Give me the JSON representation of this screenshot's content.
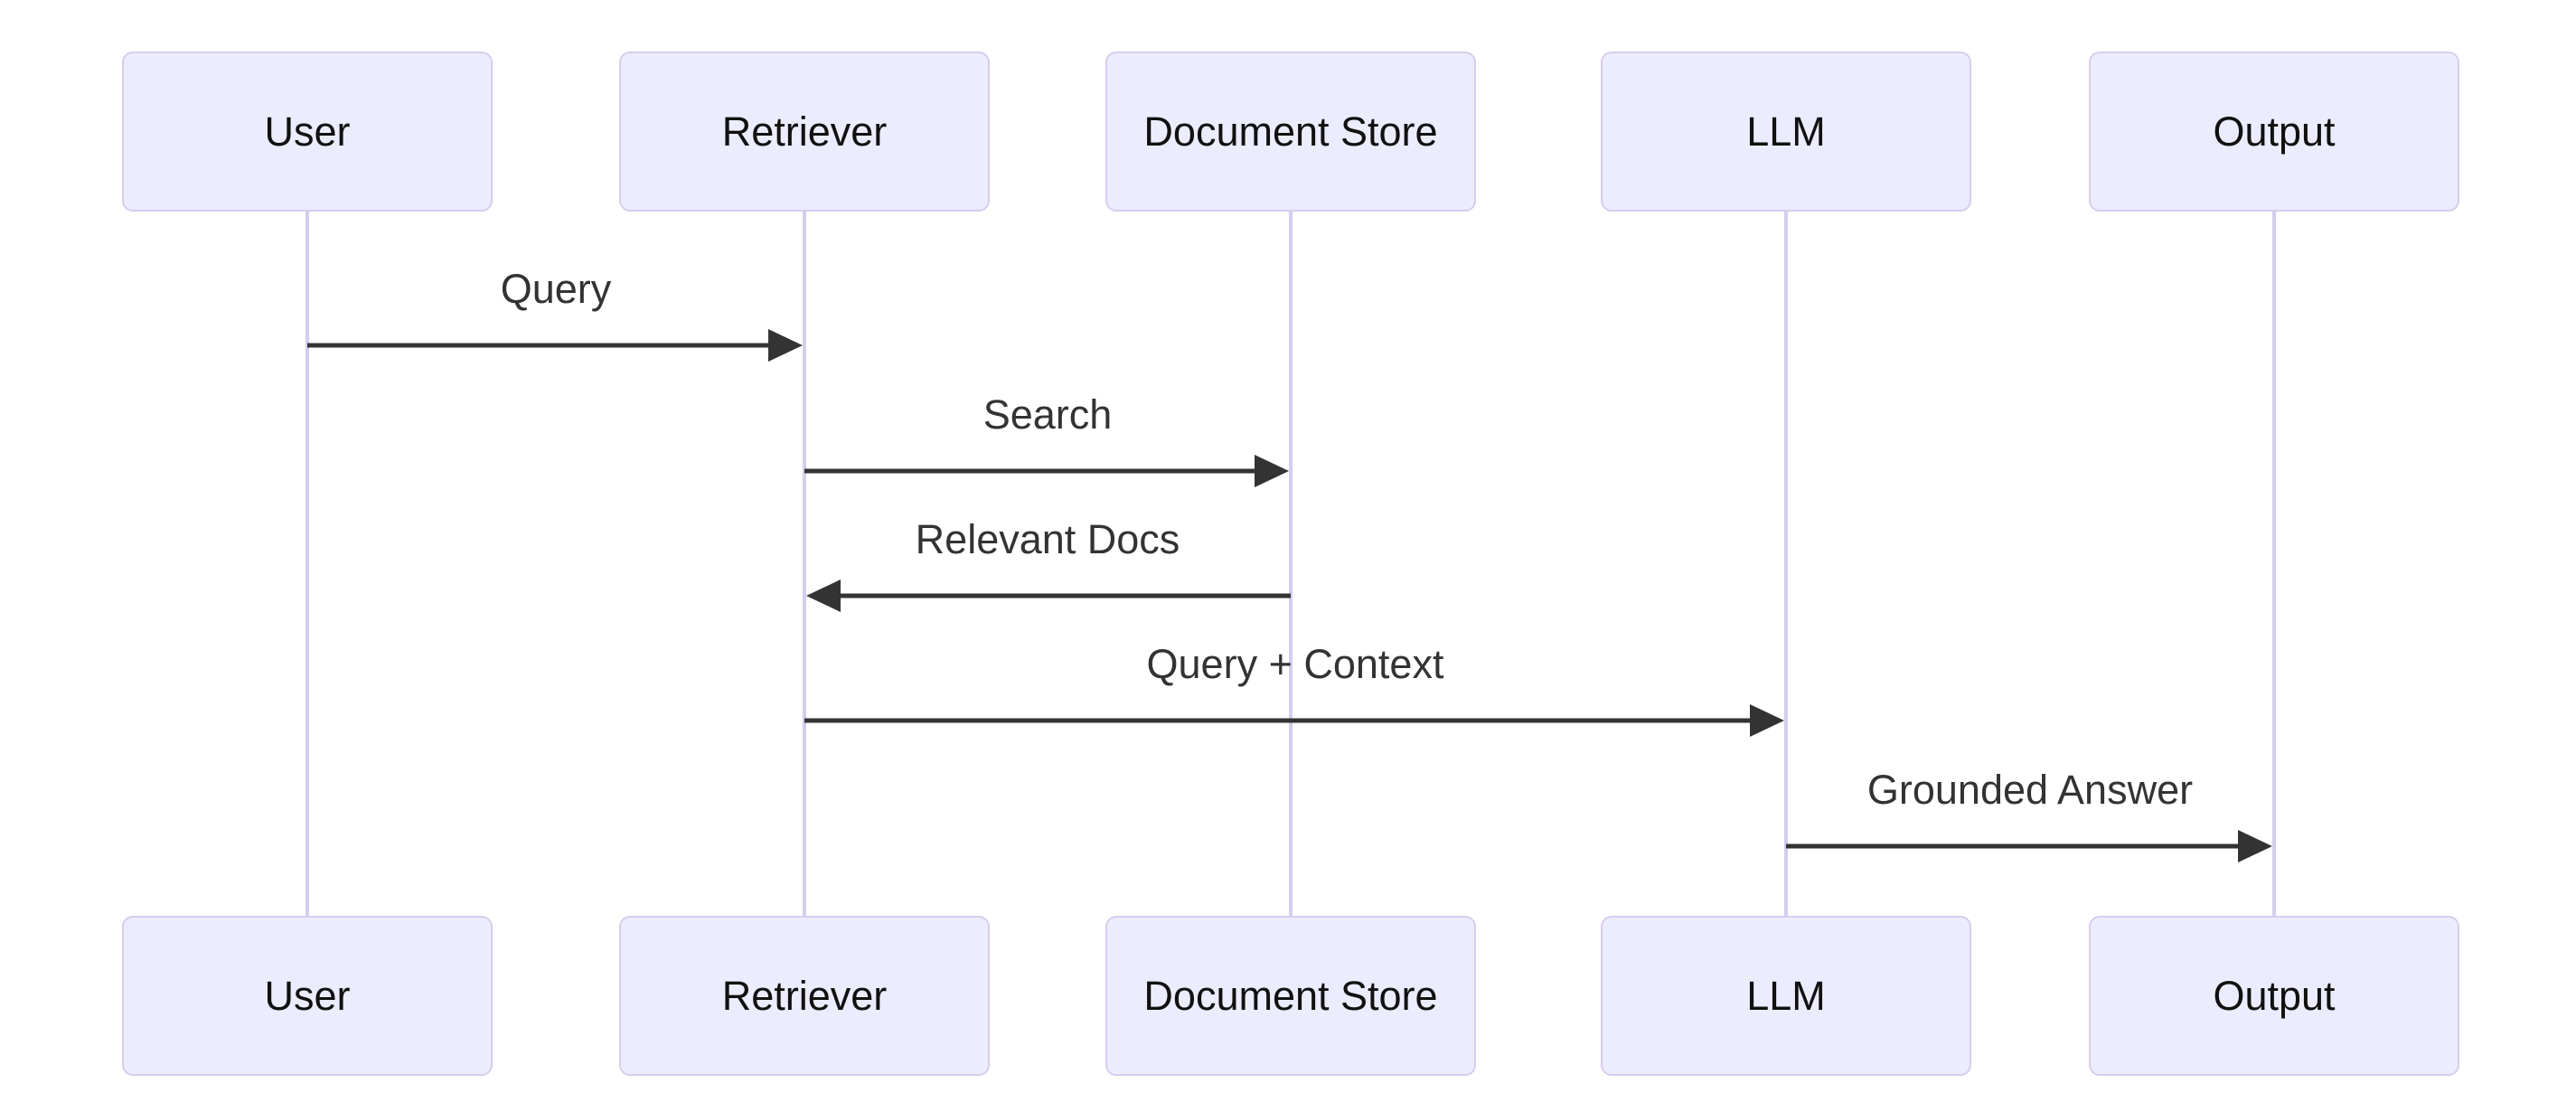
{
  "diagram": {
    "kind": "sequence-diagram",
    "background": "#ffffff",
    "colors": {
      "actor_fill": "#ececff",
      "actor_border": "#d5cdee",
      "lifeline": "#d5cdee",
      "arrow": "#333333",
      "message_text": "#333333",
      "actor_text": "#111111"
    },
    "actors": [
      {
        "name": "User"
      },
      {
        "name": "Retriever"
      },
      {
        "name": "Document Store"
      },
      {
        "name": "LLM"
      },
      {
        "name": "Output"
      }
    ],
    "messages": [
      {
        "from": "User",
        "to": "Retriever",
        "label": "Query"
      },
      {
        "from": "Retriever",
        "to": "Document Store",
        "label": "Search"
      },
      {
        "from": "Document Store",
        "to": "Retriever",
        "label": "Relevant Docs"
      },
      {
        "from": "Retriever",
        "to": "LLM",
        "label": "Query + Context"
      },
      {
        "from": "LLM",
        "to": "Output",
        "label": "Grounded Answer"
      }
    ]
  }
}
